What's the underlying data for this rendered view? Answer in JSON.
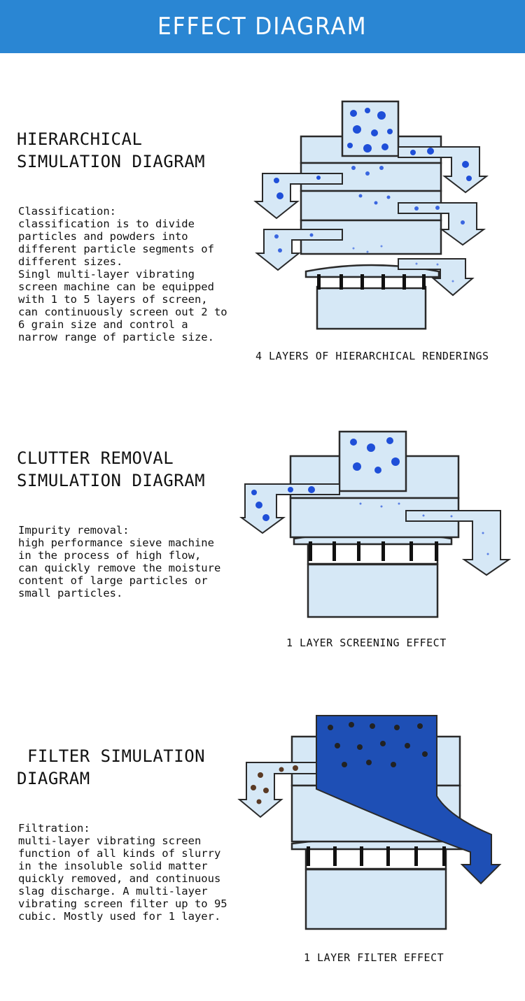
{
  "header": {
    "title": "EFFECT DIAGRAM"
  },
  "sections": [
    {
      "title_line1": "HIERARCHICAL",
      "title_line2": "SIMULATION DIAGRAM",
      "description": "Classification:\nclassification is to divide\n particles and powders into\ndifferent particle segments of\ndifferent sizes.\nSingl multi-layer vibrating\nscreen machine can be equipped\nwith 1 to 5 layers of screen,\ncan continuously screen out 2 to\n6 grain size and control a\nnarrow range of particle size.",
      "caption": "4 LAYERS OF HIERARCHICAL RENDERINGS"
    },
    {
      "title_line1": "CLUTTER REMOVAL",
      "title_line2": "SIMULATION DIAGRAM",
      "description": "Impurity removal:\nhigh performance sieve machine\nin the process of high flow,\ncan quickly remove the moisture\ncontent of large particles or\nsmall particles.",
      "caption": "1 LAYER SCREENING EFFECT"
    },
    {
      "title_line1": " FILTER SIMULATION",
      "title_line2": "DIAGRAM",
      "description": "Filtration:\nmulti-layer vibrating screen\nfunction of all kinds of slurry\nin the insoluble solid matter\nquickly removed, and continuous\nslag discharge. A multi-layer\nvibrating screen filter up to 95\ncubic. Mostly used for 1 layer.",
      "caption": "1 LAYER FILTER EFFECT"
    }
  ],
  "colors": {
    "banner": "#2a86d3",
    "machine_fill": "#d6e8f6",
    "outline": "#2a2a2a",
    "particle_blue": "#1f4fd8",
    "slurry_blue": "#1e4fb5",
    "solid_dark": "#222222",
    "slag_brown": "#5a3a24"
  }
}
